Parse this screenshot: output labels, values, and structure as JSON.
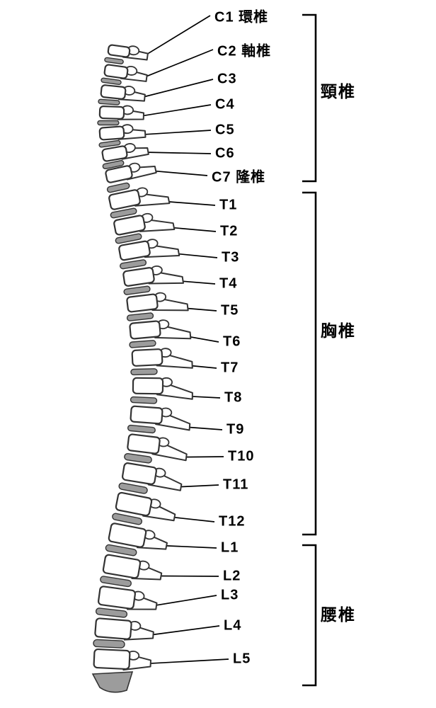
{
  "diagram": {
    "vertebrae": [
      {
        "id": "C1",
        "label": "C1 環椎"
      },
      {
        "id": "C2",
        "label": "C2 軸椎"
      },
      {
        "id": "C3",
        "label": "C3"
      },
      {
        "id": "C4",
        "label": "C4"
      },
      {
        "id": "C5",
        "label": "C5"
      },
      {
        "id": "C6",
        "label": "C6"
      },
      {
        "id": "C7",
        "label": "C7 隆椎"
      },
      {
        "id": "T1",
        "label": "T1"
      },
      {
        "id": "T2",
        "label": "T2"
      },
      {
        "id": "T3",
        "label": "T3"
      },
      {
        "id": "T4",
        "label": "T4"
      },
      {
        "id": "T5",
        "label": "T5"
      },
      {
        "id": "T6",
        "label": "T6"
      },
      {
        "id": "T7",
        "label": "T7"
      },
      {
        "id": "T8",
        "label": "T8"
      },
      {
        "id": "T9",
        "label": "T9"
      },
      {
        "id": "T10",
        "label": "T10"
      },
      {
        "id": "T11",
        "label": "T11"
      },
      {
        "id": "T12",
        "label": "T12"
      },
      {
        "id": "L1",
        "label": "L1"
      },
      {
        "id": "L2",
        "label": "L2"
      },
      {
        "id": "L3",
        "label": "L3"
      },
      {
        "id": "L4",
        "label": "L4"
      },
      {
        "id": "L5",
        "label": "L5"
      }
    ],
    "groups": [
      {
        "id": "cervical",
        "label": "頸椎"
      },
      {
        "id": "thoracic",
        "label": "胸椎"
      },
      {
        "id": "lumbar",
        "label": "腰椎"
      }
    ],
    "colors": {
      "line": "#000000",
      "bone_outline": "#333333",
      "bone_fill": "#ffffff",
      "disc_fill": "#9c9c9c",
      "background": "#ffffff"
    }
  }
}
